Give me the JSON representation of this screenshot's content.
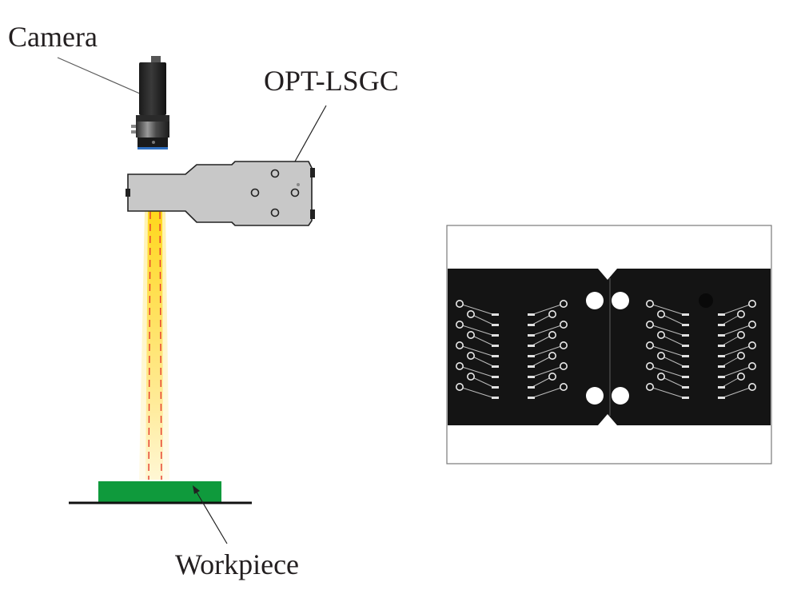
{
  "labels": {
    "camera": "Camera",
    "light": "OPT-LSGC",
    "workpiece": "Workpiece"
  },
  "colors": {
    "text": "#231f20",
    "light_body": "#c8c8c8",
    "light_outline": "#222222",
    "beam_core": "#ffd800",
    "beam_glow": "#fff6c8",
    "beam_guide": "#e5392c",
    "workpiece": "#0f9a3c",
    "sample_background": "#141414",
    "sample_border": "#7a7a7a"
  },
  "icons": {
    "camera": "industrial-camera-icon",
    "light": "line-scan-light-icon"
  }
}
